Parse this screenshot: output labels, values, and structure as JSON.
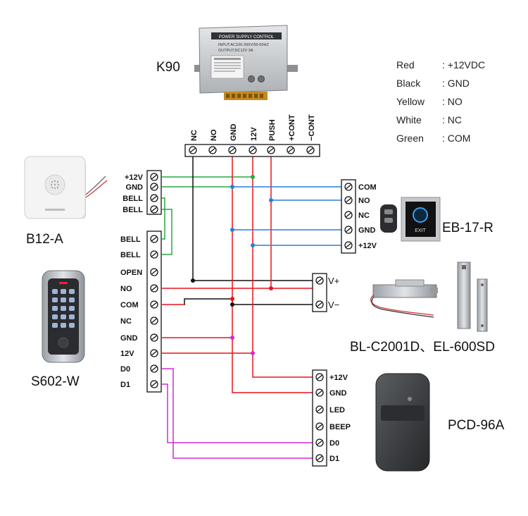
{
  "devices": {
    "power": "K90",
    "bell": "B12-A",
    "keypad": "S602-W",
    "exit_button": "EB-17-R",
    "locks": "BL-C2001D、EL-600SD",
    "reader": "PCD-96A"
  },
  "legend": [
    {
      "color_name": "Red",
      "meaning": ": +12VDC"
    },
    {
      "color_name": "Black",
      "meaning": ": GND"
    },
    {
      "color_name": "Yellow",
      "meaning": ": NO"
    },
    {
      "color_name": "White",
      "meaning": ": NC"
    },
    {
      "color_name": "Green",
      "meaning": ": COM"
    }
  ],
  "power_supply": {
    "header": "POWER SUPPLY CONTROL",
    "input": "INPUT:AC100-260V/50-60HZ",
    "output": "OUTPUT:DC12V 3A",
    "terminals": [
      "NC",
      "NO",
      "GND",
      "12V",
      "PUSH",
      "+CONT",
      "−CONT"
    ]
  },
  "bell_terminals": [
    "+12V",
    "GND",
    "BELL",
    "BELL"
  ],
  "keypad_terminals": [
    "BELL",
    "BELL",
    "OPEN",
    "NO",
    "COM",
    "NC",
    "GND",
    "12V",
    "D0",
    "D1"
  ],
  "exit_terminals": [
    "COM",
    "NO",
    "NC",
    "GND",
    "+12V"
  ],
  "exit_button_label": "EXIT",
  "lock_terminals": [
    "V+",
    "V−"
  ],
  "reader_terminals": [
    "+12V",
    "GND",
    "LED",
    "BEEP",
    "D0",
    "D1"
  ],
  "colors": {
    "red": "#e8141b",
    "black": "#111111",
    "green": "#27a844",
    "blue": "#2a7fd9",
    "magenta": "#d42ad8"
  }
}
